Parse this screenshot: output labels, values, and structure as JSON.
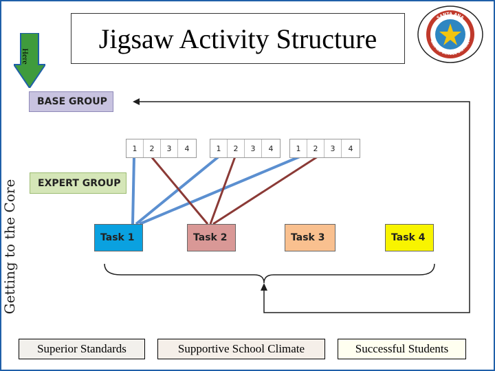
{
  "slide": {
    "title": "Jigsaw Activity Structure",
    "side_title": "Getting to the Core",
    "here_label": "Here"
  },
  "diagram": {
    "base_group": "BASE GROUP",
    "expert_group": "EXPERT GROUP",
    "groups": [
      {
        "members": [
          "1",
          "2",
          "3",
          "4"
        ]
      },
      {
        "members": [
          "1",
          "2",
          "3",
          "4"
        ]
      },
      {
        "members": [
          "1",
          "2",
          "3",
          "4"
        ]
      }
    ],
    "tasks": [
      "Task 1",
      "Task 2",
      "Task 3",
      "Task 4"
    ],
    "colors": {
      "task1_line": "#5b8fd0",
      "task2_line": "#8b3a36",
      "return_arrow": "#1f1f1f"
    }
  },
  "footer": {
    "left": "Superior Standards",
    "center": "Supportive School Climate",
    "right": "Successful Students"
  },
  "logo": {
    "text_top": "SANTA ANA",
    "text_bottom": "UNIFIED SCHOOL DISTRICT"
  }
}
